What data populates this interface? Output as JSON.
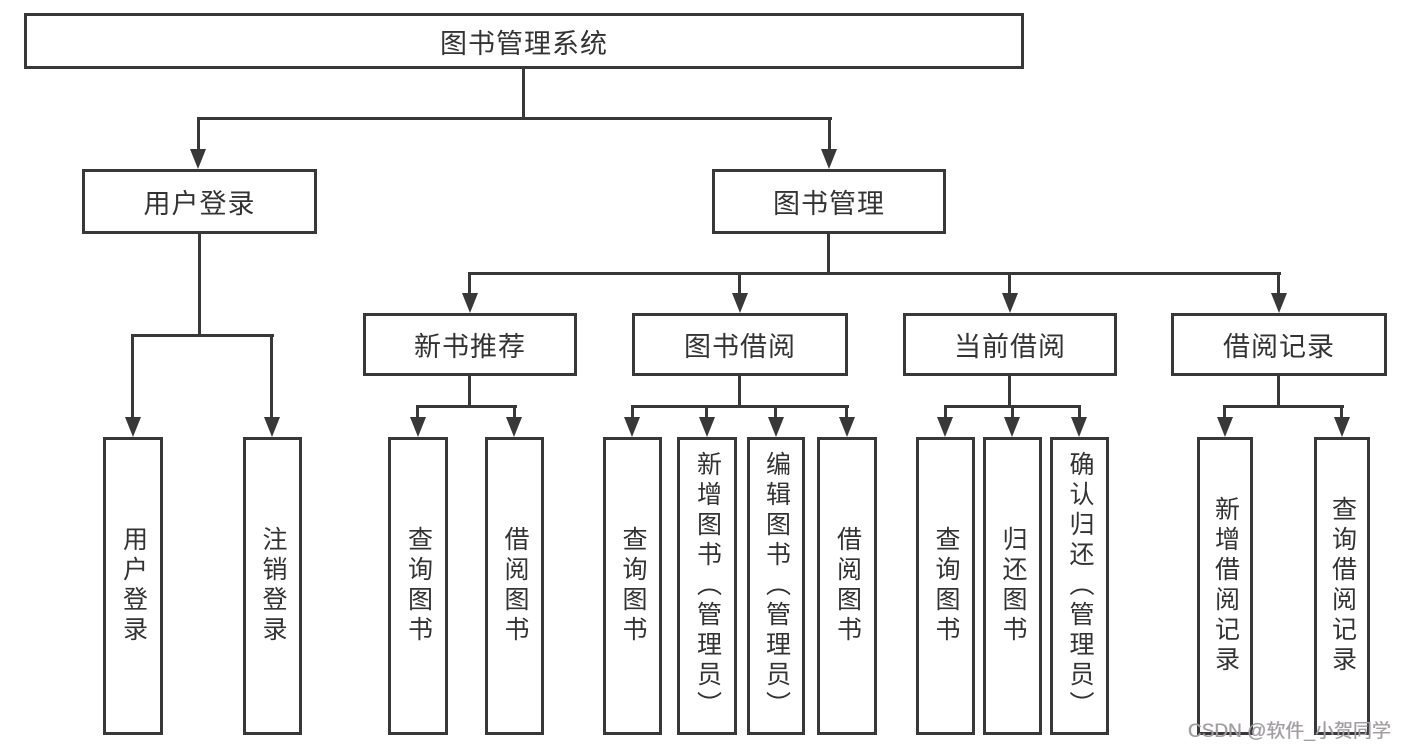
{
  "diagram": {
    "root": {
      "label": "图书管理系统"
    },
    "branches": [
      {
        "label": "用户登录",
        "children": [
          {
            "label": "用户登录"
          },
          {
            "label": "注销登录"
          }
        ]
      },
      {
        "label": "图书管理",
        "children": [
          {
            "label": "新书推荐",
            "children": [
              {
                "label": "查询图书"
              },
              {
                "label": "借阅图书"
              }
            ]
          },
          {
            "label": "图书借阅",
            "children": [
              {
                "label": "查询图书"
              },
              {
                "label": "新增图书（管理员）"
              },
              {
                "label": "编辑图书（管理员）"
              },
              {
                "label": "借阅图书"
              }
            ]
          },
          {
            "label": "当前借阅",
            "children": [
              {
                "label": "查询图书"
              },
              {
                "label": "归还图书"
              },
              {
                "label": "确认归还（管理员）"
              }
            ]
          },
          {
            "label": "借阅记录",
            "children": [
              {
                "label": "新增借阅记录"
              },
              {
                "label": "查询借阅记录"
              }
            ]
          }
        ]
      }
    ]
  },
  "watermark": {
    "text": "CSDN @软件_小贺同学"
  },
  "colors": {
    "line": "#383838",
    "box_border": "#383838",
    "text": "#333333",
    "watermark": "#9e9e9e",
    "background": "#ffffff"
  }
}
